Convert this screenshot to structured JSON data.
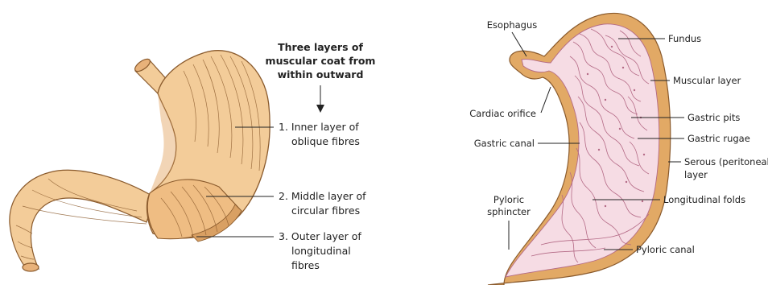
{
  "colors": {
    "stomach_fill": "#f3cc99",
    "stomach_shade": "#e8b27a",
    "outline": "#8a5a2c",
    "mucosa": "#f6dce4",
    "mucosa_fold": "#b46a86",
    "muscular_band": "#e2a965",
    "leader_line": "#222222"
  },
  "left_panel": {
    "heading_lines": [
      "Three layers of",
      "muscular coat from",
      "within outward"
    ],
    "layers": [
      {
        "lines": [
          "1. Inner layer of",
          "oblique fibres"
        ]
      },
      {
        "lines": [
          "2. Middle layer of",
          "circular fibres"
        ]
      },
      {
        "lines": [
          "3. Outer layer of",
          "longitudinal",
          "fibres"
        ]
      }
    ]
  },
  "right_panel": {
    "labels": {
      "esophagus": "Esophagus",
      "cardiac_orifice": "Cardiac orifice",
      "gastric_canal": "Gastric canal",
      "pyloric_sphincter_1": "Pyloric",
      "pyloric_sphincter_2": "sphincter",
      "fundus": "Fundus",
      "muscular_layer": "Muscular layer",
      "gastric_pits": "Gastric pits",
      "gastric_rugae": "Gastric rugae",
      "serous_1": "Serous (peritoneal)",
      "serous_2": "layer",
      "longitudinal_folds": "Longitudinal folds",
      "pyloric_canal": "Pyloric canal"
    }
  }
}
